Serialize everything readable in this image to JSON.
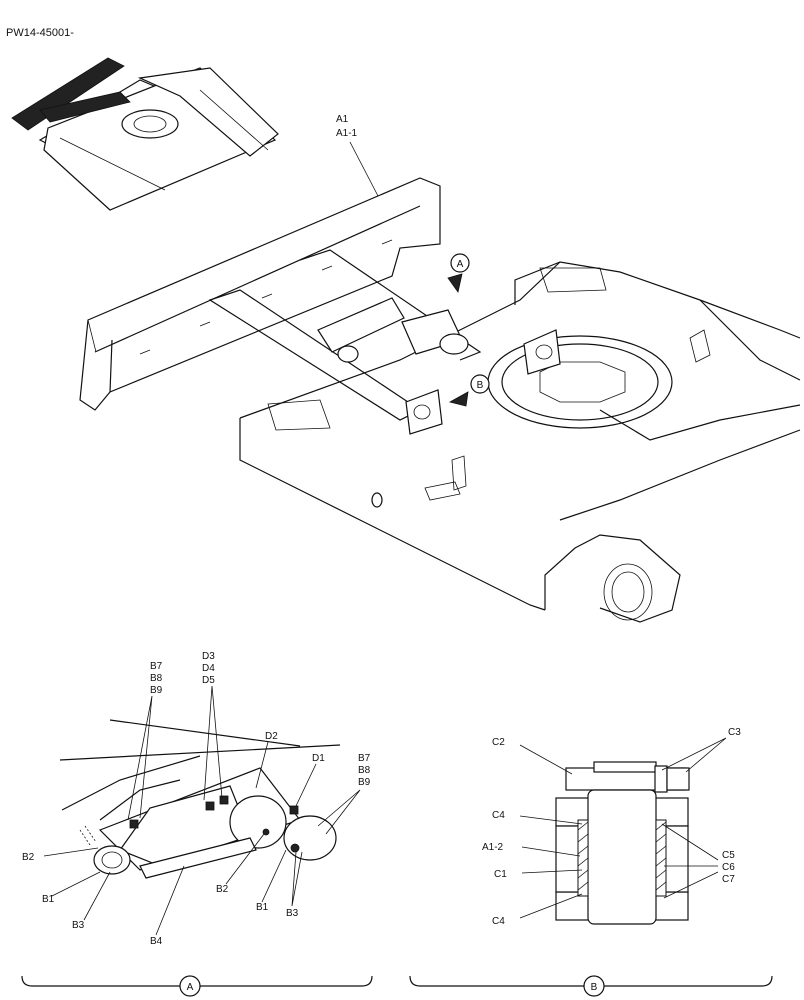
{
  "drawing_code": "PW14-45001-",
  "main": {
    "part_labels": [
      "A1",
      "A1-1"
    ],
    "callouts": [
      "A",
      "B"
    ]
  },
  "detail_a": {
    "title": "A",
    "labels": {
      "b7_group": [
        "B7",
        "B8",
        "B9"
      ],
      "d3_group": [
        "D3",
        "D4",
        "D5"
      ],
      "d2": "D2",
      "d1": "D1",
      "b7_group_right": [
        "B7",
        "B8",
        "B9"
      ],
      "b2_left": "B2",
      "b1_left": "B1",
      "b3_left": "B3",
      "b4": "B4",
      "b2_mid": "B2",
      "b1_mid": "B1",
      "b3_right": "B3"
    }
  },
  "detail_b": {
    "title": "B",
    "labels": {
      "c2": "C2",
      "c3": "C3",
      "c4_top": "C4",
      "a1_2": "A1-2",
      "c1": "C1",
      "c4_bottom": "C4",
      "c5_group": [
        "C5",
        "C6",
        "C7"
      ]
    }
  }
}
